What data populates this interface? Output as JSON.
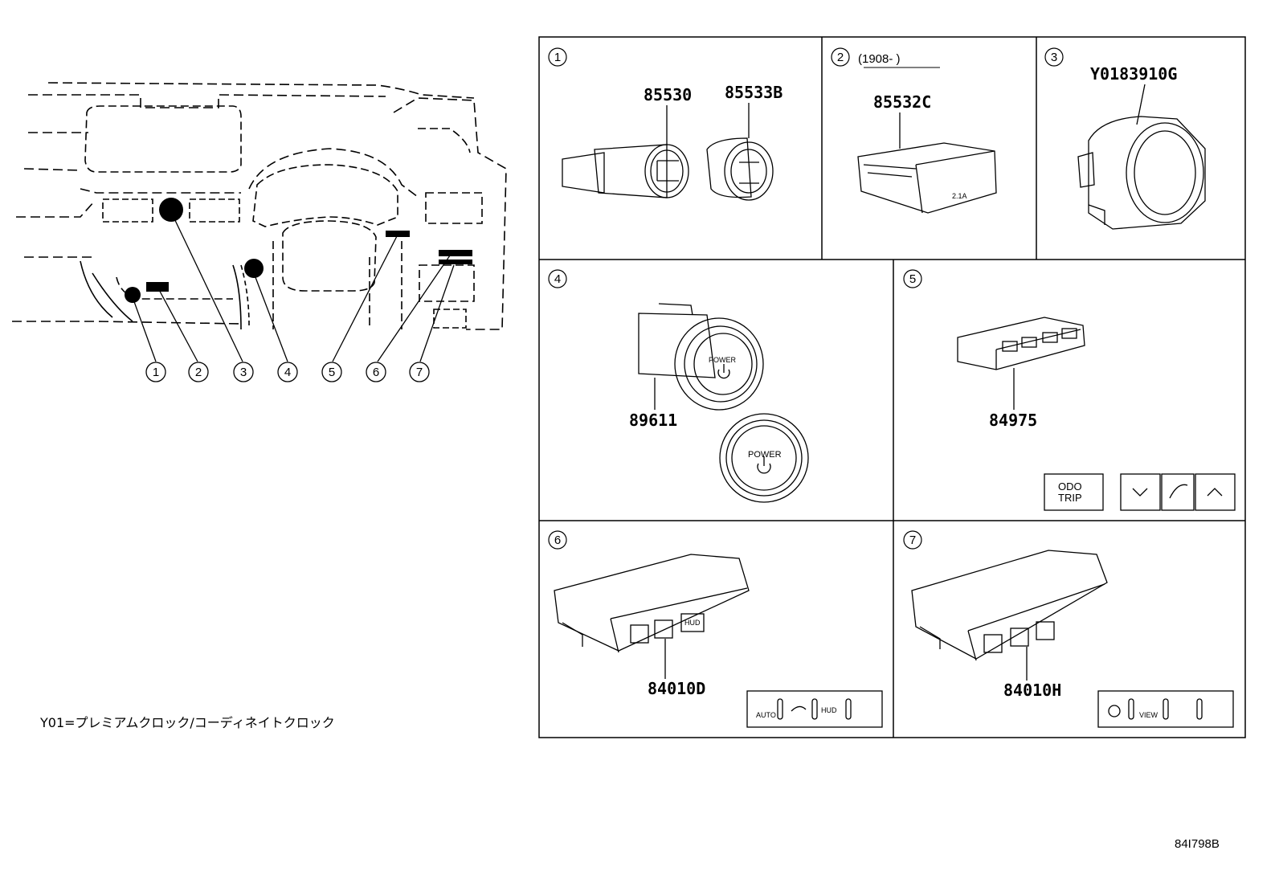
{
  "footnote": "Y01=プレミアムクロック/コーディネイトクロック",
  "diagram_code": "84I798B",
  "callouts": [
    "1",
    "2",
    "3",
    "4",
    "5",
    "6",
    "7"
  ],
  "panels": [
    {
      "num": "1",
      "parts": [
        "85530",
        "85533B"
      ]
    },
    {
      "num": "2",
      "note": "(1908-      )",
      "parts": [
        "85532C"
      ],
      "label_usb": "2.1A"
    },
    {
      "num": "3",
      "parts": [
        "Y0183910G"
      ]
    },
    {
      "num": "4",
      "parts": [
        "89611"
      ],
      "power_label": "POWER"
    },
    {
      "num": "5",
      "parts": [
        "84975"
      ],
      "odo": "ODO",
      "trip": "TRIP"
    },
    {
      "num": "6",
      "parts": [
        "84010D"
      ],
      "hud": "HUD",
      "auto": "AUTO"
    },
    {
      "num": "7",
      "parts": [
        "84010H"
      ],
      "view": "VIEW"
    }
  ]
}
